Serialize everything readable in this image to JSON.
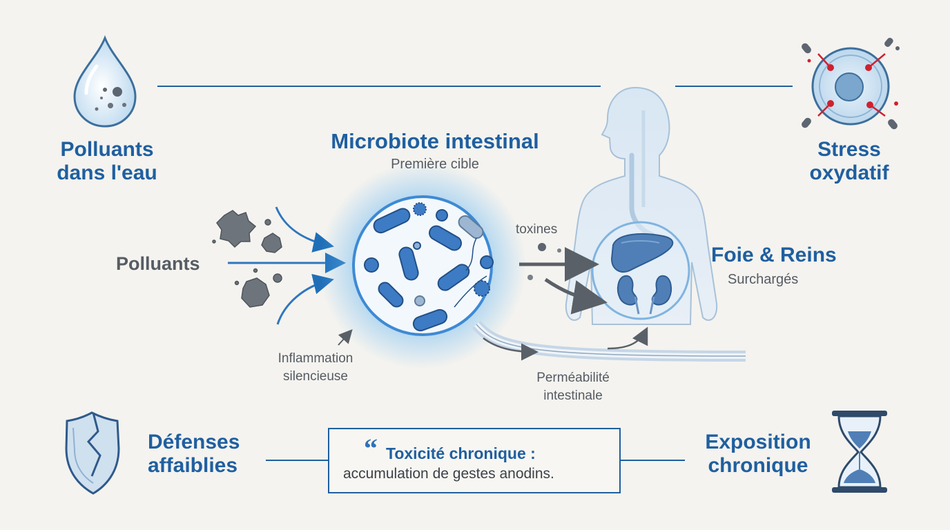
{
  "diagram": {
    "nodes": {
      "water": {
        "title": "Polluants\ndans l'eau",
        "icon": "water-drop-icon"
      },
      "stress": {
        "title": "Stress\noxydatif",
        "icon": "cell-damage-icon"
      },
      "microbiote": {
        "title": "Microbiote intestinal",
        "subtitle": "Première cible",
        "icon": "bacteria-circle-icon"
      },
      "polluants": {
        "label": "Polluants"
      },
      "foie": {
        "title": "Foie & Reins",
        "subtitle": "Surchargés",
        "icon": "liver-kidney-icon"
      },
      "defenses": {
        "title": "Défenses\naffaiblies",
        "icon": "broken-shield-icon"
      },
      "exposition": {
        "title": "Exposition\nchronique",
        "icon": "hourglass-icon"
      }
    },
    "edges": {
      "toxines": "toxines",
      "inflammation": "Inflammation\nsilencieuse",
      "permeabilite": "Perméabilité\nintestinale"
    },
    "quote": {
      "mark": "“",
      "title": "Toxicité chronique :",
      "text": "accumulation de gestes anodins."
    }
  },
  "colors": {
    "background": "#f4f3ef",
    "accent_blue": "#1f5fa0",
    "bacteria_blue": "#3d7bc4",
    "grey_text": "#555b63",
    "damage_red": "#d0202e"
  }
}
